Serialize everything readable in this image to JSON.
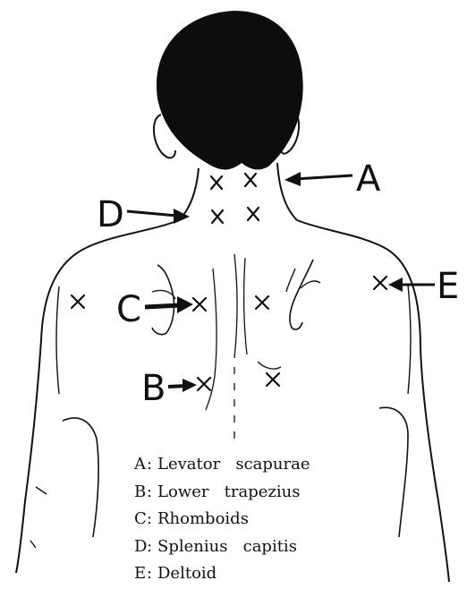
{
  "callouts": {
    "a": "A",
    "b": "B",
    "c": "C",
    "d": "D",
    "e": "E"
  },
  "legend": [
    {
      "key": "A",
      "sep": ":",
      "text": "Levator   scapurae"
    },
    {
      "key": "B",
      "sep": ":",
      "text": "Lower   trapezius"
    },
    {
      "key": "C",
      "sep": ":",
      "text": "Rhomboids"
    },
    {
      "key": "D",
      "sep": ":",
      "text": "Splenius   capitis"
    },
    {
      "key": "E",
      "sep": ":",
      "text": "Deltoid"
    }
  ],
  "colors": {
    "ink": "#111111",
    "hair": "#0d0d0d",
    "background": "#ffffff"
  }
}
